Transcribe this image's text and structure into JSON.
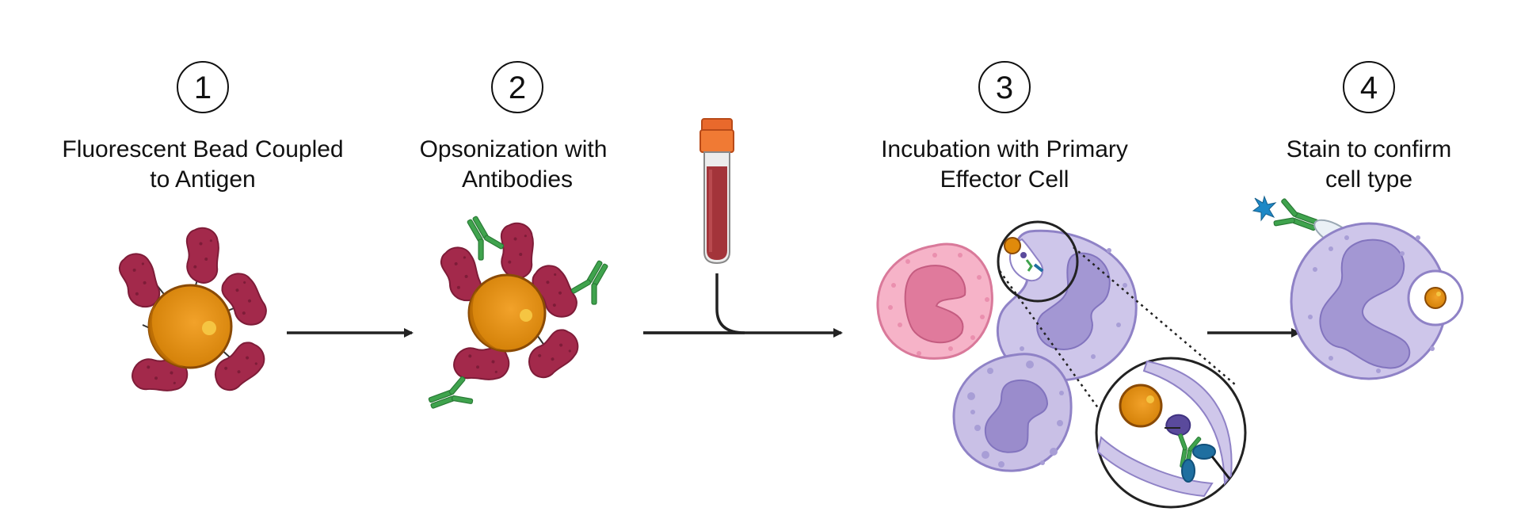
{
  "steps": [
    {
      "number": "1",
      "label_lines": [
        "Fluorescent Bead Coupled",
        "to Antigen"
      ]
    },
    {
      "number": "2",
      "label_lines": [
        "Opsonization with",
        "Antibodies"
      ]
    },
    {
      "number": "3",
      "label_lines": [
        "Incubation with Primary",
        "Effector Cell"
      ]
    },
    {
      "number": "4",
      "label_lines": [
        "Stain to confirm",
        "cell type"
      ]
    }
  ],
  "colors": {
    "bead": "#e08a0b",
    "bead_dark": "#8a4a05",
    "antigen": "#a3294b",
    "antibody": "#3fa34d",
    "cell_purple": "#c9c0e6",
    "cell_nucleus": "#9a8ccc",
    "cell_pink": "#f3a6bf",
    "blood": "#a3343a",
    "tube_cap": "#e9692c",
    "fc_receptor": "#1f6fa0",
    "stain_dye": "#1e88c6",
    "arrow": "#222222"
  },
  "icons": [
    "bead-icon",
    "antigen-icon",
    "antibody-icon",
    "blood-tube-icon",
    "neutrophil-icon",
    "zoom-inset-icon",
    "fluorescent-antibody-icon"
  ]
}
